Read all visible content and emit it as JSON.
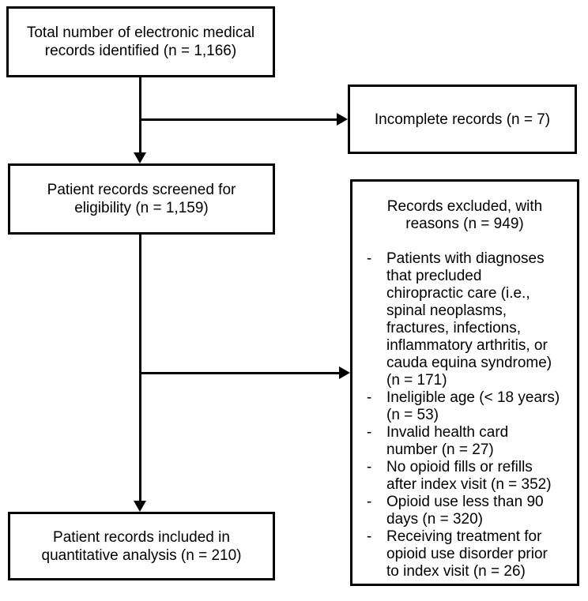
{
  "diagram": {
    "type": "flowchart",
    "colors": {
      "border": "#000000",
      "background": "#ffffff",
      "text": "#000000"
    },
    "boxes": {
      "identified": {
        "text": "Total number of electronic medical\nrecords identified (n = 1,166)"
      },
      "incomplete": {
        "text": "Incomplete records (n = 7)"
      },
      "screened": {
        "text": "Patient records screened for\neligibility (n = 1,159)"
      },
      "excluded": {
        "title": "Records excluded, with\nreasons (n = 949)",
        "bullet": "-",
        "reasons": [
          "Patients with diagnoses\nthat precluded\nchiropractic care (i.e.,\nspinal neoplasms,\nfractures, infections,\ninflammatory arthritis, or\ncauda equina syndrome)\n(n = 171)",
          "Ineligible age (< 18 years)\n(n = 53)",
          "Invalid health card\nnumber (n = 27)",
          "No opioid fills or refills\nafter index visit (n = 352)",
          "Opioid use less than 90\ndays (n = 320)",
          "Receiving treatment for\nopioid use disorder prior\nto index visit (n = 26)"
        ]
      },
      "included": {
        "text": "Patient records included in\nquantitative analysis (n = 210)"
      }
    }
  }
}
